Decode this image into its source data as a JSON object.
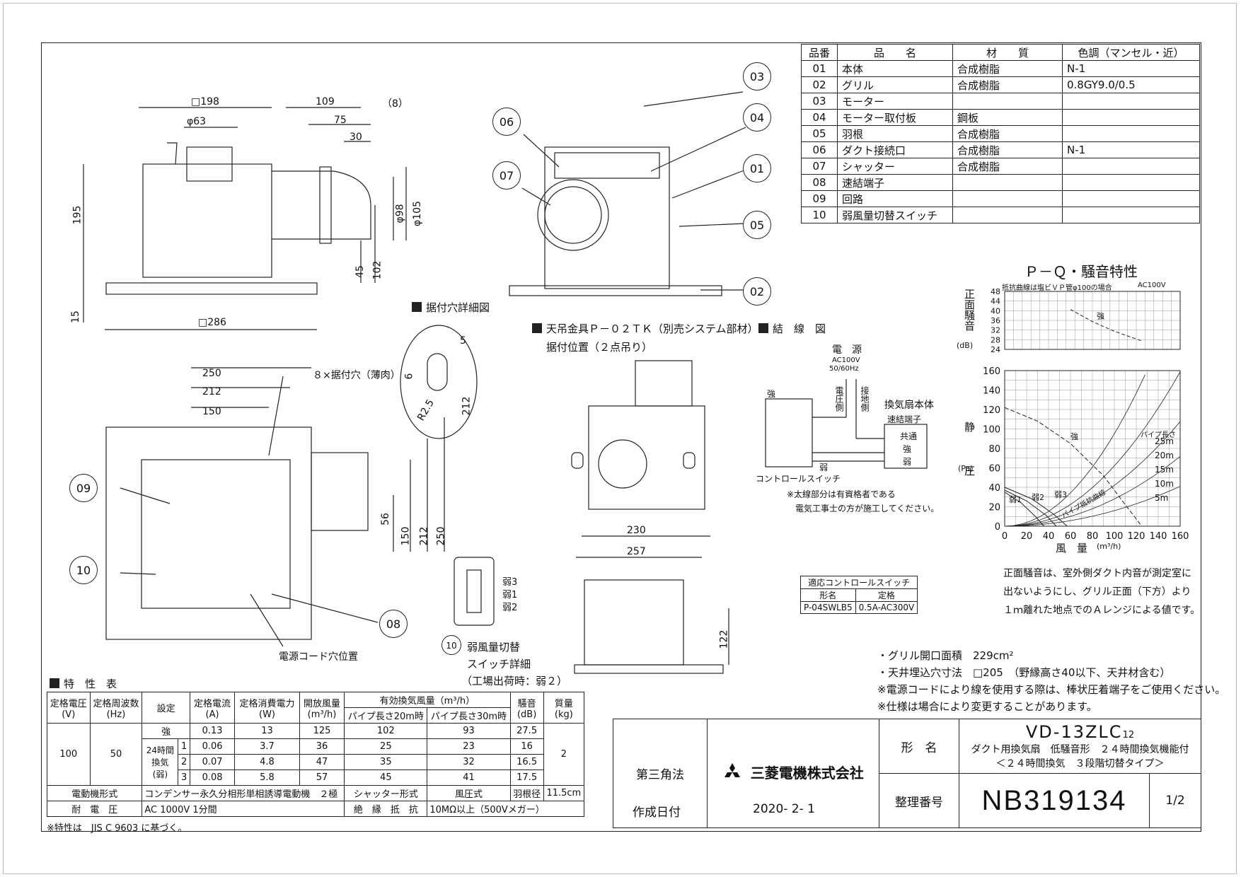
{
  "parts_table": {
    "headers": [
      "品番",
      "品　　名",
      "材　　質",
      "色調（マンセル・近）"
    ],
    "rows": [
      [
        "01",
        "本体",
        "合成樹脂",
        "N-1"
      ],
      [
        "02",
        "グリル",
        "合成樹脂",
        "0.8GY9.0/0.5"
      ],
      [
        "03",
        "モーター",
        "",
        ""
      ],
      [
        "04",
        "モーター取付板",
        "鋼板",
        ""
      ],
      [
        "05",
        "羽根",
        "合成樹脂",
        ""
      ],
      [
        "06",
        "ダクト接続口",
        "合成樹脂",
        "N-1"
      ],
      [
        "07",
        "シャッター",
        "合成樹脂",
        ""
      ],
      [
        "08",
        "速結端子",
        "",
        ""
      ],
      [
        "09",
        "回路",
        "",
        ""
      ],
      [
        "10",
        "弱風量切替スイッチ",
        "",
        ""
      ]
    ]
  },
  "dims": {
    "d198": "□198",
    "d109": "109",
    "d8": "（8）",
    "d63": "φ63",
    "d75": "75",
    "d30": "30",
    "d195": "195",
    "d98": "φ98",
    "d105": "φ105",
    "d45": "45",
    "d102": "102",
    "d15": "15",
    "d286": "□286",
    "d250": "250",
    "d212": "212",
    "d150": "150",
    "d56": "56",
    "d150v": "150",
    "d212v": "212",
    "d250v": "250",
    "d230": "230",
    "d257": "257",
    "d122": "122",
    "hole5": "5",
    "hole6": "6",
    "hole212": "212",
    "holeR": "R2.5"
  },
  "labels": {
    "holes": "８×据付穴（薄肉）",
    "cord": "電源コード穴位置",
    "hole_detail": "据付穴詳細図",
    "hanger": "天吊金具Ｐ－０２ＴＫ（別売システム部材）",
    "hanger2": "据付位置（２点吊り）",
    "wiring": "結　線　図",
    "switch_detail1": "弱風量切替",
    "switch_detail2": "スイッチ詳細",
    "switch_detail3": "（工場出荷時：弱２）",
    "sw_pos": [
      "弱3",
      "弱1",
      "弱2"
    ],
    "spec_title": "特　性　表"
  },
  "callouts": [
    "03",
    "04",
    "01",
    "05",
    "02",
    "06",
    "07",
    "09",
    "10",
    "08",
    "10"
  ],
  "wiring": {
    "source": "電　源",
    "voltage1": "AC100V",
    "voltage2": "50/60Hz",
    "live": "電圧側",
    "ground": "接地側",
    "strong": "強",
    "weak": "弱",
    "body": "換気扇本体",
    "terminal": "速結端子",
    "common": "共通",
    "t_strong": "強",
    "t_weak": "弱",
    "switch": "コントロールスイッチ",
    "note1": "※太線部分は有資格者である",
    "note2": "電気工事士の方が施工してください。"
  },
  "switch_table": {
    "title": "適応コントロールスイッチ",
    "headers": [
      "形名",
      "定格"
    ],
    "row": [
      "P-04SWLB5",
      "0.5A-AC300V"
    ]
  },
  "chart_data": {
    "type": "line",
    "title": "Ｐ－Ｑ・騒音特性",
    "noise_chart": {
      "note": "抵抗曲線は塩ビＶＰ管φ100の場合",
      "voltage": "AC100V",
      "ylabel": "正面騒音",
      "yunit": "(dB)",
      "yticks": [
        "48",
        "44",
        "40",
        "36",
        "32",
        "28",
        "24"
      ],
      "ylim": [
        24,
        48
      ],
      "series": [
        {
          "name": "強",
          "x": [
            60,
            80,
            100,
            125
          ],
          "y": [
            40.5,
            35.5,
            31.5,
            27.5
          ]
        }
      ]
    },
    "pq_chart": {
      "ylabel": "静　圧",
      "yunit": "(Pa)",
      "xlabel": "風　量",
      "xunit": "(m³/h)",
      "xticks": [
        "0",
        "20",
        "40",
        "60",
        "80",
        "100",
        "120",
        "140",
        "160"
      ],
      "yticks": [
        "160",
        "140",
        "120",
        "100",
        "80",
        "60",
        "40",
        "20",
        "0"
      ],
      "xlim": [
        0,
        160
      ],
      "ylim": [
        0,
        160
      ],
      "series": [
        {
          "name": "強",
          "x": [
            0,
            30,
            60,
            90,
            110,
            125
          ],
          "y": [
            122,
            108,
            85,
            52,
            22,
            0
          ]
        },
        {
          "name": "弱1",
          "x": [
            0,
            15,
            28,
            36
          ],
          "y": [
            35,
            24,
            10,
            0
          ]
        },
        {
          "name": "弱2",
          "x": [
            0,
            20,
            38,
            47
          ],
          "y": [
            37,
            26,
            11,
            0
          ]
        },
        {
          "name": "弱3",
          "x": [
            0,
            25,
            45,
            57
          ],
          "y": [
            40,
            28,
            12,
            0
          ]
        }
      ],
      "pipe_label": "パイプ長さ",
      "pipe_lengths": [
        "25m",
        "20m",
        "15m",
        "10m",
        "5m"
      ],
      "resistance_label": "パイプ抵抗曲線"
    }
  },
  "notes": {
    "noise1": "正面騒音は、室外側ダクト内音が測定室に",
    "noise2": "出ないようにし、グリル正面（下方）より",
    "noise3": "１ｍ離れた地点でのＡレンジによる値です。",
    "n1": "・グリル開口面積　229cm²",
    "n2": "・天井埋込穴寸法　□205　（野縁高さ40以下、天井材含む）",
    "n3": "※電源コードにより線を使用する際は、棒状圧着端子をご使用ください。",
    "n4": "※仕様は場合により変更することがあります。"
  },
  "spec_table": {
    "h": [
      "定格電圧\n(V)",
      "定格周波数\n(Hz)",
      "設定",
      "定格電流\n(A)",
      "定格消費電力\n(W)",
      "開放風量\n(m³/h)",
      "有効換気風量（m³/h）",
      "騒音\n(dB)",
      "質量\n(kg)"
    ],
    "sub": [
      "パイプ長さ20m時",
      "パイプ長さ30m時"
    ],
    "voltage": "100",
    "freq": "50",
    "mass": "2",
    "rows": [
      [
        "強",
        "",
        "0.13",
        "13",
        "125",
        "102",
        "93",
        "27.5"
      ],
      [
        "24時間換気(弱)",
        "1",
        "0.06",
        "3.7",
        "36",
        "25",
        "23",
        "16"
      ],
      [
        "",
        "2",
        "0.07",
        "4.8",
        "47",
        "35",
        "32",
        "16.5"
      ],
      [
        "",
        "3",
        "0.08",
        "5.8",
        "57",
        "45",
        "41",
        "17.5"
      ]
    ],
    "motor_label": "電動機形式",
    "motor": "コンデンサー永久分相形単相誘導電動機　２極",
    "shutter_label": "シャッター形式",
    "shutter": "風圧式",
    "blade_label": "羽根径",
    "blade": "11.5cm",
    "withstand_label": "耐　電　圧",
    "withstand": "AC 1000V 1分間",
    "insul_label": "絶　縁　抵　抗",
    "insul": "10MΩ以上（500Vメガー）",
    "footnote": "※特性は　JIS C 9603 に基づく。"
  },
  "title_block": {
    "projection": "第三角法",
    "company": "三菱電機株式会社",
    "model_label": "形　名",
    "model": "VD-13ZLC",
    "model_sub": "12",
    "desc1": "ダクト用換気扇　低騒音形　２４時間換気機能付",
    "desc2": "＜２４時間換気　３段階切替タイプ＞",
    "date_label": "作成日付",
    "date": "2020- 2- 1",
    "number_label": "整理番号",
    "number": "NB319134",
    "page": "1/2"
  }
}
